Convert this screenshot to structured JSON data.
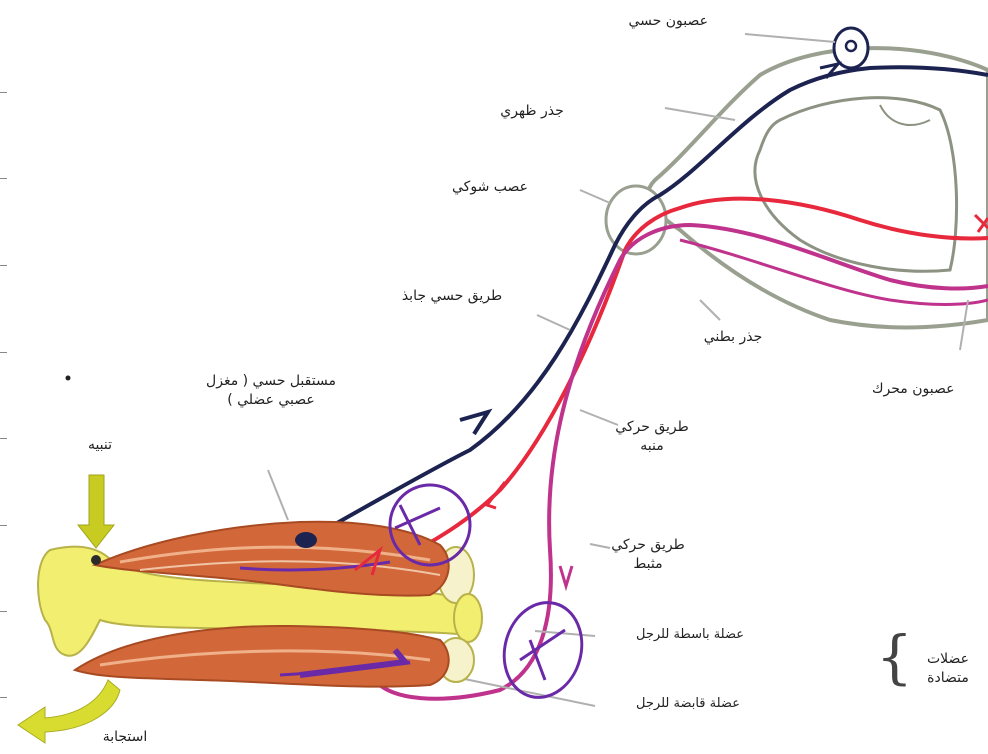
{
  "labels": {
    "sensory_neuron": "عصبون حسي",
    "dorsal_root": "جذر ظهري",
    "spinal_nerve": "عصب شوكي",
    "sensory_path": "طريق حسي جابذ",
    "ventral_root": "جذر بطني",
    "motor_neuron": "عصبون محرك",
    "sensory_receptor": "مستقبل حسي ( مغزل عصبي عضلي )",
    "stimulus": "تنبيه",
    "motor_path_excitatory": "طريق حركي منبه",
    "motor_path_inhibitory": "طريق حركي مثبط",
    "extensor_muscle": "عضلة باسطة للرجل",
    "flexor_muscle": "عضلة قابضة للرجل",
    "antagonist_muscles": "عضلات متضادة",
    "response": "استجابة"
  },
  "colors": {
    "sensory_line": "#1c2350",
    "motor_excitatory": "#e8283c",
    "motor_inhibitory": "#c0338c",
    "annotation": "#6a2aa8",
    "bone": "#f2ee70",
    "muscle": "#d2683a",
    "arrow_yellow": "#c8cc22",
    "spinal_outline": "#9aa090"
  }
}
